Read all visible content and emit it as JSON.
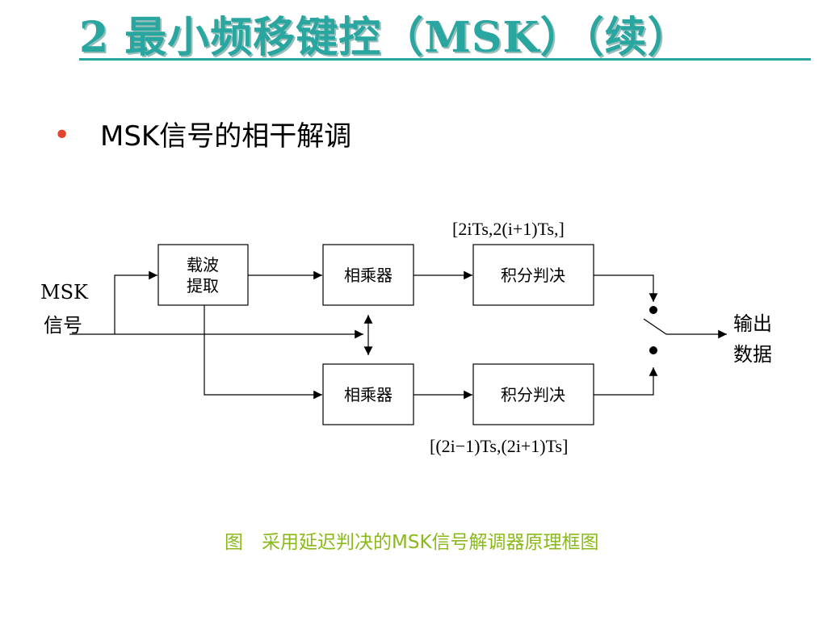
{
  "slide": {
    "title": "2 最小频移键控（MSK）（续）",
    "bullet": "MSK信号的相干解调"
  },
  "diagram": {
    "input_label_1": "MSK",
    "input_label_2": "信号",
    "carrier_block_line_1": "载波",
    "carrier_block_line_2": "提取",
    "multiplier_top": "相乘器",
    "multiplier_bottom": "相乘器",
    "integrator_top": "积分判决",
    "integrator_bottom": "积分判决",
    "output_label_1": "输出",
    "output_label_2": "数据",
    "interval_top": "[2iTs,2(i+1)Ts,]",
    "interval_bottom": "[(2i−1)Ts,(2i+1)Ts]"
  },
  "caption": "图　采用延迟判决的MSK信号解调器原理框图",
  "colors": {
    "title": "#2aa6a0",
    "bullet_dot": "#e2452a",
    "caption": "#8ab91a"
  }
}
